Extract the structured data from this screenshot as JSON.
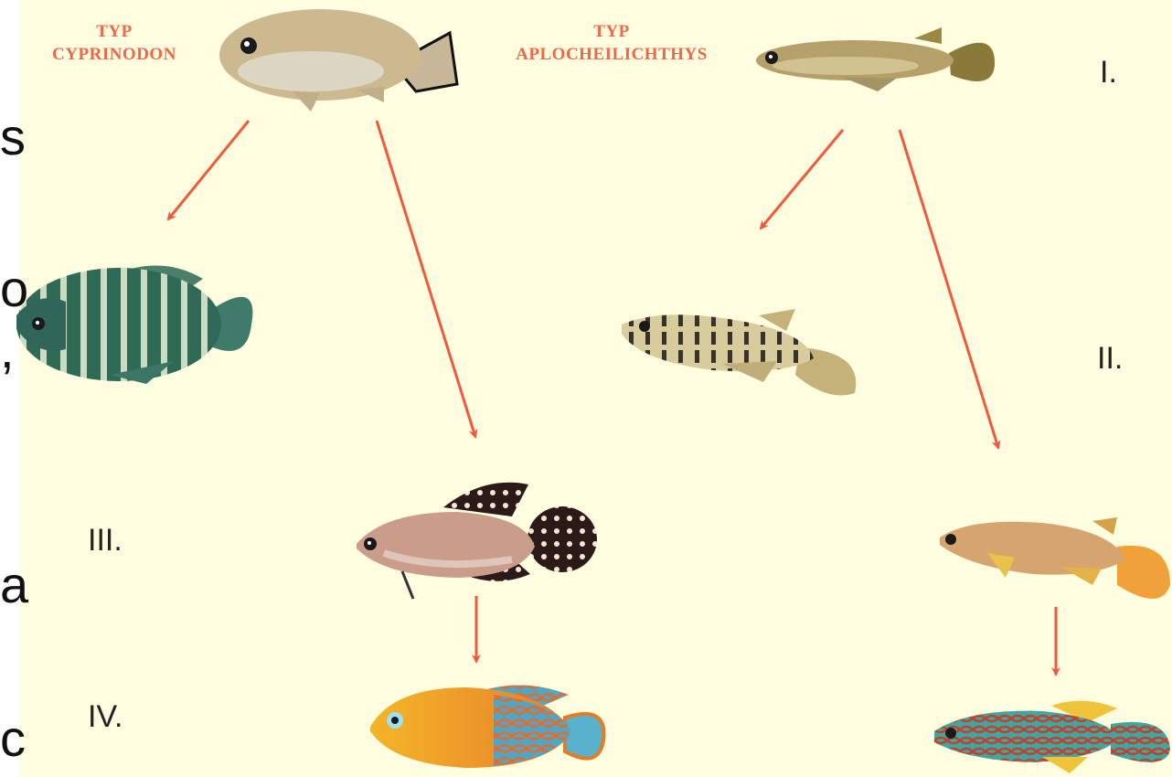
{
  "types": {
    "cyprinodon": {
      "line1": "TYP",
      "line2": "CYPRINODON"
    },
    "aplocheilichthys": {
      "line1": "TYP",
      "line2": "APLOCHEILICHTHYS"
    }
  },
  "stages": [
    "I.",
    "II.",
    "III.",
    "IV."
  ],
  "clipped_text": [
    "s",
    "o",
    ",",
    "a",
    "c"
  ],
  "colors": {
    "background": "#fffde0",
    "arrow": "#f05a3c",
    "label": "#f26547"
  }
}
